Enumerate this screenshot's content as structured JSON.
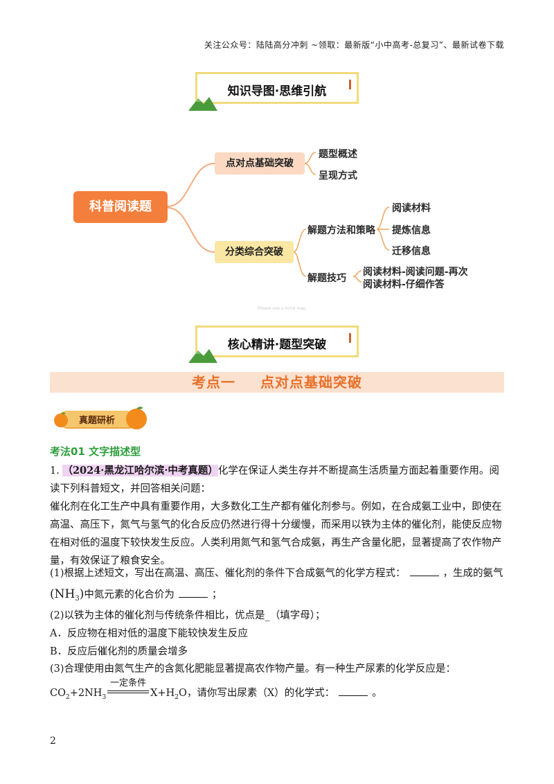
{
  "header": {
    "note": "关注公众号：陆陆高分冲刺 ~领取：最新版“小中高考-总复习”、最新试卷下载"
  },
  "banner1": {
    "title": "知识导图·思维引航"
  },
  "mindmap": {
    "root": "科普阅读题",
    "branch1": {
      "label": "点对点基础突破",
      "leaves": [
        "题型概述",
        "呈现方式"
      ]
    },
    "branch2": {
      "label": "分类综合突破",
      "sub1": {
        "label": "解题方法和策略",
        "leaves": [
          "阅读材料",
          "提炼信息",
          "迁移信息"
        ]
      },
      "sub2": {
        "label": "解题技巧",
        "leaves": [
          "阅读材料-阅读问题-再次",
          "阅读材料-仔细作答"
        ]
      }
    },
    "watermark": "Please use a mind map"
  },
  "banner2": {
    "title": "核心精讲·题型突破"
  },
  "section": {
    "part1": "考点一",
    "part2": "点对点基础突破"
  },
  "tag": {
    "label": "真题研析"
  },
  "kaofa": "考法01 文字描述型",
  "question": {
    "number": "1.",
    "source": "（2024·黑龙江哈尔滨·中考真题）",
    "intro": "化学在保证人类生存并不断提高生活质量方面起着重要作用。阅读下列科普短文，并回答相关问题：",
    "passage": "催化剂在化工生产中具有重要作用，大多数化工生产都有催化剂参与。例如，在合成氨工业中，即使在高温、高压下，氮气与氢气的化合反应仍然进行得十分缓慢，而采用以铁为主体的催化剂，能使反应物在相对低的温度下较快发生反应。人类利用氮气和氢气合成氨，再生产含量化肥，显著提高了农作物产量，有效保证了粮食安全。",
    "q1a": "(1)根据上述短文，写出在高温、高压、催化剂的条件下合成氨气的化学方程式：",
    "q1b": "，生成的氨气",
    "q1c_formula": "(NH",
    "q1c_sub": "3",
    "q1c_close": ")",
    "q1c": "中氮元素的化合价为",
    "q1c_end": "；",
    "q2": "(2)以铁为主体的催化剂与传统条件相比，优点是_（填字母）；",
    "optA": "A．反应物在相对低的温度下能较快发生反应",
    "optB": "B．反应后催化剂的质量会增多",
    "q3": "(3)合理使用由氮气生产的含氮化肥能显著提高农作物产量。有一种生产尿素的化学反应是：",
    "eq_left": "CO",
    "eq_left_sub": "2",
    "eq_mid": "+2NH",
    "eq_mid_sub": "3",
    "eq_cond": "一定条件",
    "eq_right": "X+H",
    "eq_right_sub": "2",
    "eq_right_end": "O",
    "q3_tail": "，请你写出尿素（X）的化学式：",
    "q3_end": "。"
  },
  "page_number": "2",
  "colors": {
    "orange": "#f47f3c",
    "green": "#2e9e3c",
    "section_bg": "#fbe1cf"
  }
}
